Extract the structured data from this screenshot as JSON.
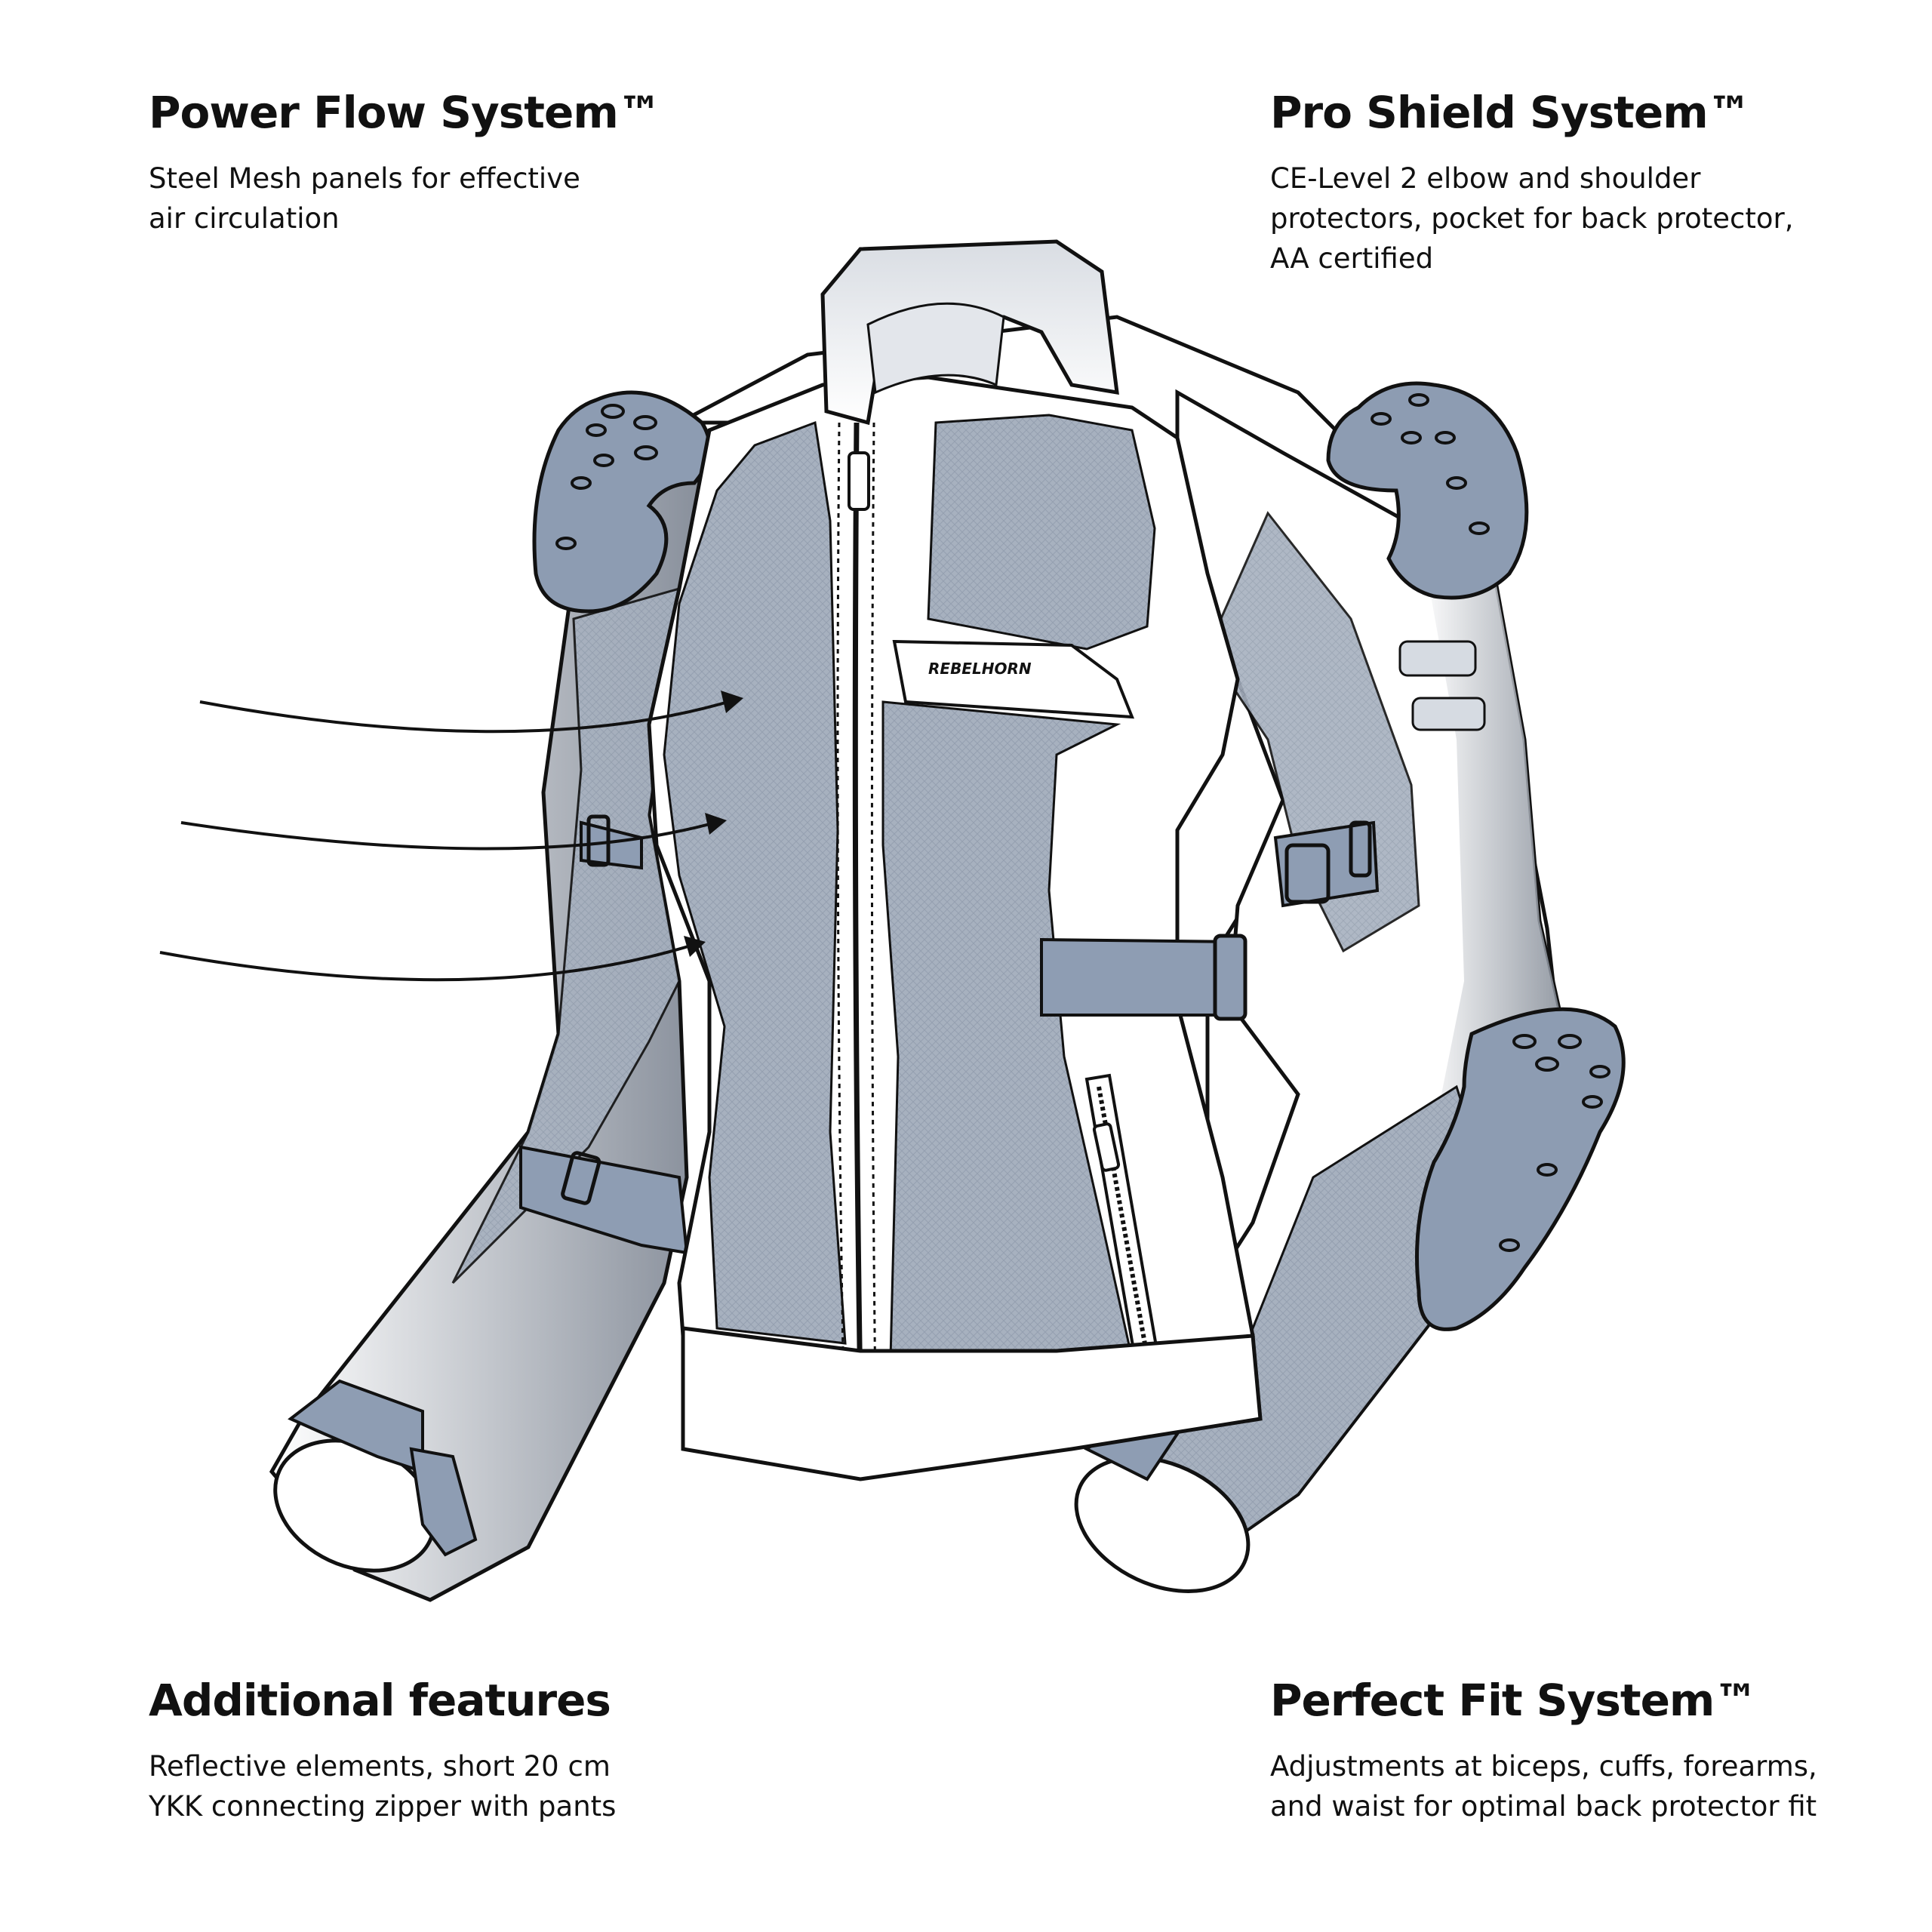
{
  "callouts": {
    "power_flow": {
      "title": "Power Flow System™",
      "lines": [
        "Steel Mesh panels for effective",
        "air circulation"
      ]
    },
    "pro_shield": {
      "title": "Pro Shield System™",
      "lines": [
        "CE-Level 2 elbow and shoulder",
        "protectors, pocket for back protector,",
        "AA certified"
      ]
    },
    "additional": {
      "title": "Additional features",
      "lines": [
        "Reflective elements, short 20 cm",
        "YKK connecting zipper with pants"
      ]
    },
    "perfect_fit": {
      "title": "Perfect Fit System™",
      "lines": [
        "Adjustments at biceps, cuffs, forearms,",
        "and waist for optimal back protector fit"
      ]
    }
  },
  "jacket": {
    "brand_label": "REBELHORN",
    "colors": {
      "mesh": "#a7b1bf",
      "protector": "#8d9cb2",
      "strap": "#8e9db3",
      "outline": "#111111",
      "panel": "#ffffff",
      "shade": "#c9ced6"
    }
  }
}
